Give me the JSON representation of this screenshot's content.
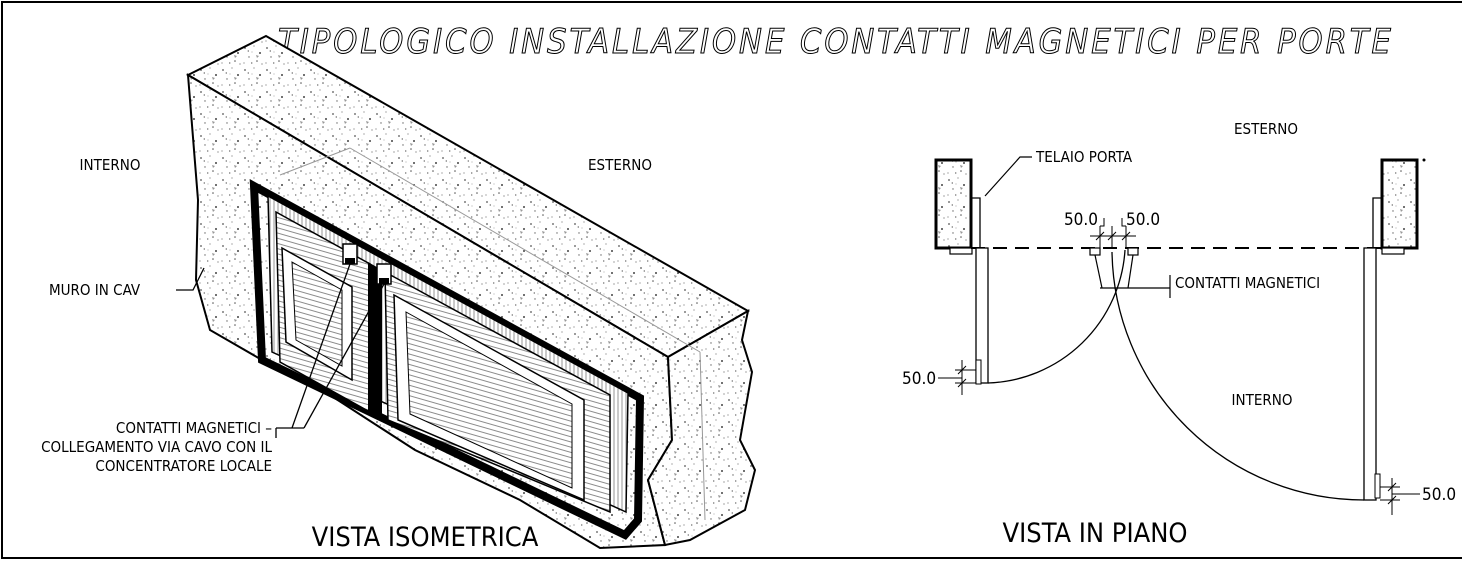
{
  "drawing": {
    "title": "TIPOLOGICO INSTALLAZIONE CONTATTI MAGNETICI PER PORTE"
  },
  "isometric_view": {
    "caption": "VISTA ISOMETRICA",
    "label_interior": "INTERNO",
    "label_exterior": "ESTERNO",
    "label_wall": "MURO IN CAV",
    "note_line1": "CONTATTI MAGNETICI –",
    "note_line2": "COLLEGAMENTO VIA CAVO CON IL",
    "note_line3": "CONCENTRATORE LOCALE"
  },
  "plan_view": {
    "caption": "VISTA IN PIANO",
    "label_exterior": "ESTERNO",
    "label_interior": "INTERNO",
    "label_frame": "TELAIO PORTA",
    "label_contacts": "CONTATTI MAGNETICI",
    "dim_top_left": "50.0",
    "dim_top_right": "50.0",
    "dim_left": "50.0",
    "dim_right": "50.0"
  },
  "icons": [
    "concrete-hatch-icon",
    "wood-grain-hatch-icon",
    "magnetic-contact-icon"
  ]
}
